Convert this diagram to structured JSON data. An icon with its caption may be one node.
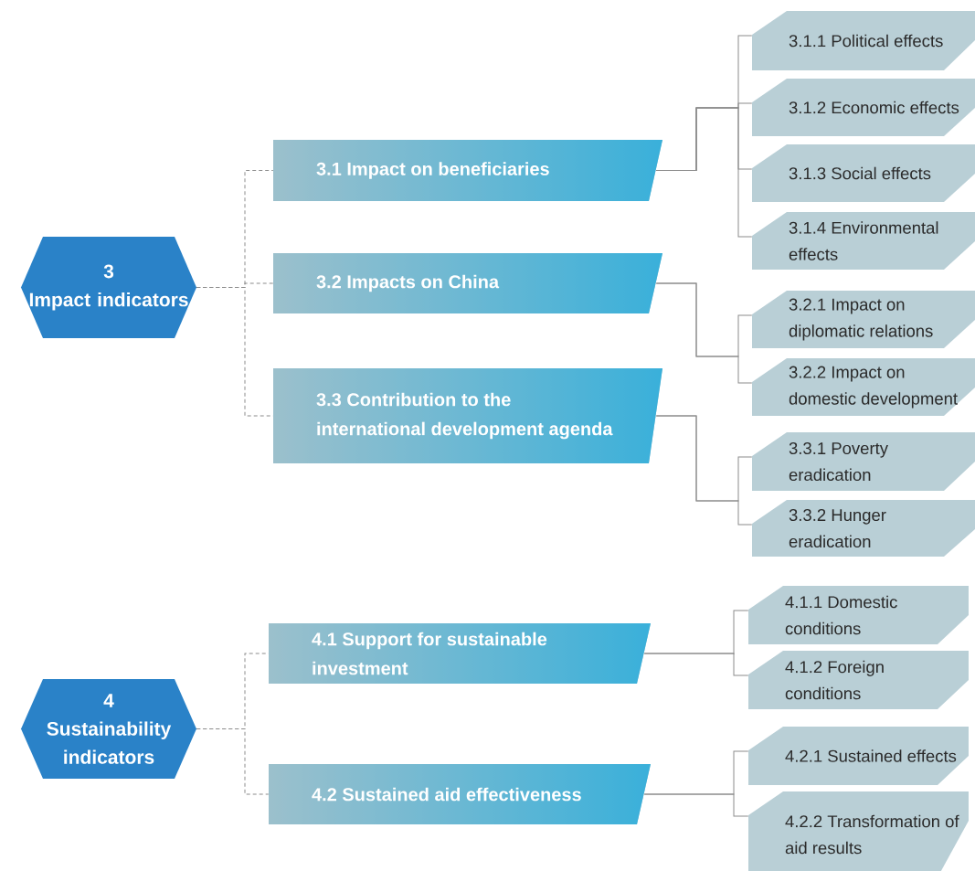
{
  "diagram": {
    "nodes": [
      {
        "text": [
          "3",
          "Impact indicators"
        ]
      },
      {
        "text": [
          "3.1 Impact on beneficiaries"
        ]
      },
      {
        "text": [
          "3.1.1 Political effects"
        ]
      },
      {
        "text": [
          "3.1.2 Economic effects"
        ]
      },
      {
        "text": [
          "3.1.3 Social effects"
        ]
      },
      {
        "text": [
          "3.1.4 Environmental effects"
        ]
      },
      {
        "text": [
          "3.2 Impacts on China"
        ]
      },
      {
        "text": [
          "3.2.1 Impact on diplomatic relations"
        ]
      },
      {
        "text": [
          "3.2.2 Impact on domestic development"
        ]
      },
      {
        "text": [
          "3.3 Contribution to the international development agenda"
        ]
      },
      {
        "text": [
          "3.3.1 Poverty eradication"
        ]
      },
      {
        "text": [
          "3.3.2 Hunger eradication"
        ]
      },
      {
        "text": [
          "4",
          "Sustainability indicators"
        ]
      },
      {
        "text": [
          "4.1 Support for sustainable investment"
        ]
      },
      {
        "text": [
          "4.1.1 Domestic conditions"
        ]
      },
      {
        "text": [
          "4.1.2 Foreign conditions"
        ]
      },
      {
        "text": [
          "4.2 Sustained aid effectiveness"
        ]
      },
      {
        "text": [
          "4.2.1 Sustained effects"
        ]
      },
      {
        "text": [
          "4.2.2 Transformation of aid results"
        ]
      }
    ],
    "edges": [
      {
        "from": 0,
        "to": 1,
        "arrow": "none",
        "style": "dashed"
      },
      {
        "from": 0,
        "to": 6,
        "arrow": "none",
        "style": "dashed"
      },
      {
        "from": 0,
        "to": 9,
        "arrow": "none",
        "style": "dashed"
      },
      {
        "from": 1,
        "to": 2,
        "arrow": "none"
      },
      {
        "from": 1,
        "to": 3,
        "arrow": "none"
      },
      {
        "from": 1,
        "to": 4,
        "arrow": "none"
      },
      {
        "from": 1,
        "to": 5,
        "arrow": "none"
      },
      {
        "from": 6,
        "to": 7,
        "arrow": "none"
      },
      {
        "from": 6,
        "to": 8,
        "arrow": "none"
      },
      {
        "from": 9,
        "to": 10,
        "arrow": "none"
      },
      {
        "from": 9,
        "to": 11,
        "arrow": "none"
      },
      {
        "from": 12,
        "to": 13,
        "arrow": "none",
        "style": "dashed"
      },
      {
        "from": 12,
        "to": 16,
        "arrow": "none",
        "style": "dashed"
      },
      {
        "from": 13,
        "to": 14,
        "arrow": "none"
      },
      {
        "from": 13,
        "to": 15,
        "arrow": "none"
      },
      {
        "from": 16,
        "to": 17,
        "arrow": "none"
      },
      {
        "from": 16,
        "to": 18,
        "arrow": "none"
      }
    ]
  }
}
